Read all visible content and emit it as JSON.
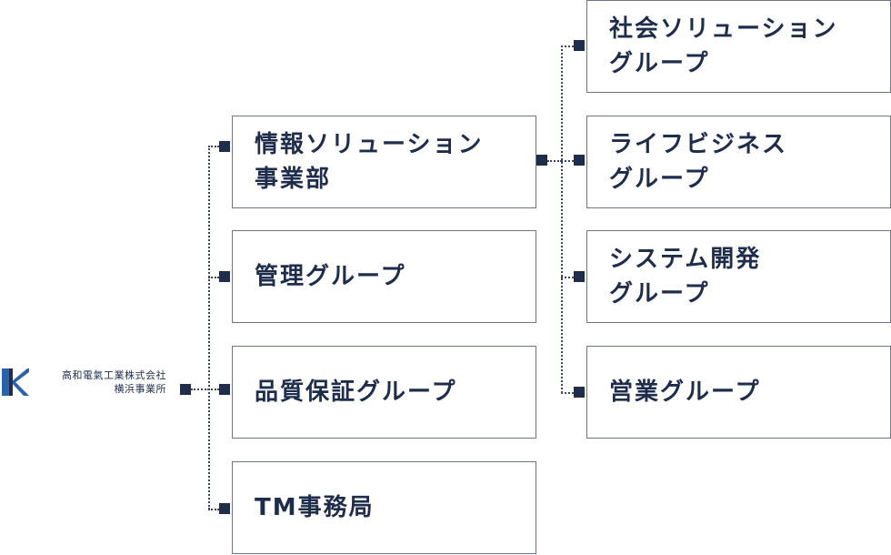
{
  "company": {
    "name_line1": "高和電氣工業株式会社",
    "name_line2": "横浜事業所"
  },
  "departments": [
    {
      "label": "情報ソリューション\n事業部"
    },
    {
      "label": "管理グループ"
    },
    {
      "label": "品質保証グループ"
    },
    {
      "label": "TM事務局"
    }
  ],
  "groups": [
    {
      "label": "社会ソリューション\nグループ"
    },
    {
      "label": "ライフビジネス\nグループ"
    },
    {
      "label": "システム開発\nグループ"
    },
    {
      "label": "営業グループ"
    }
  ],
  "colors": {
    "navy": "#1f2d4d",
    "border": "#6b7591"
  }
}
